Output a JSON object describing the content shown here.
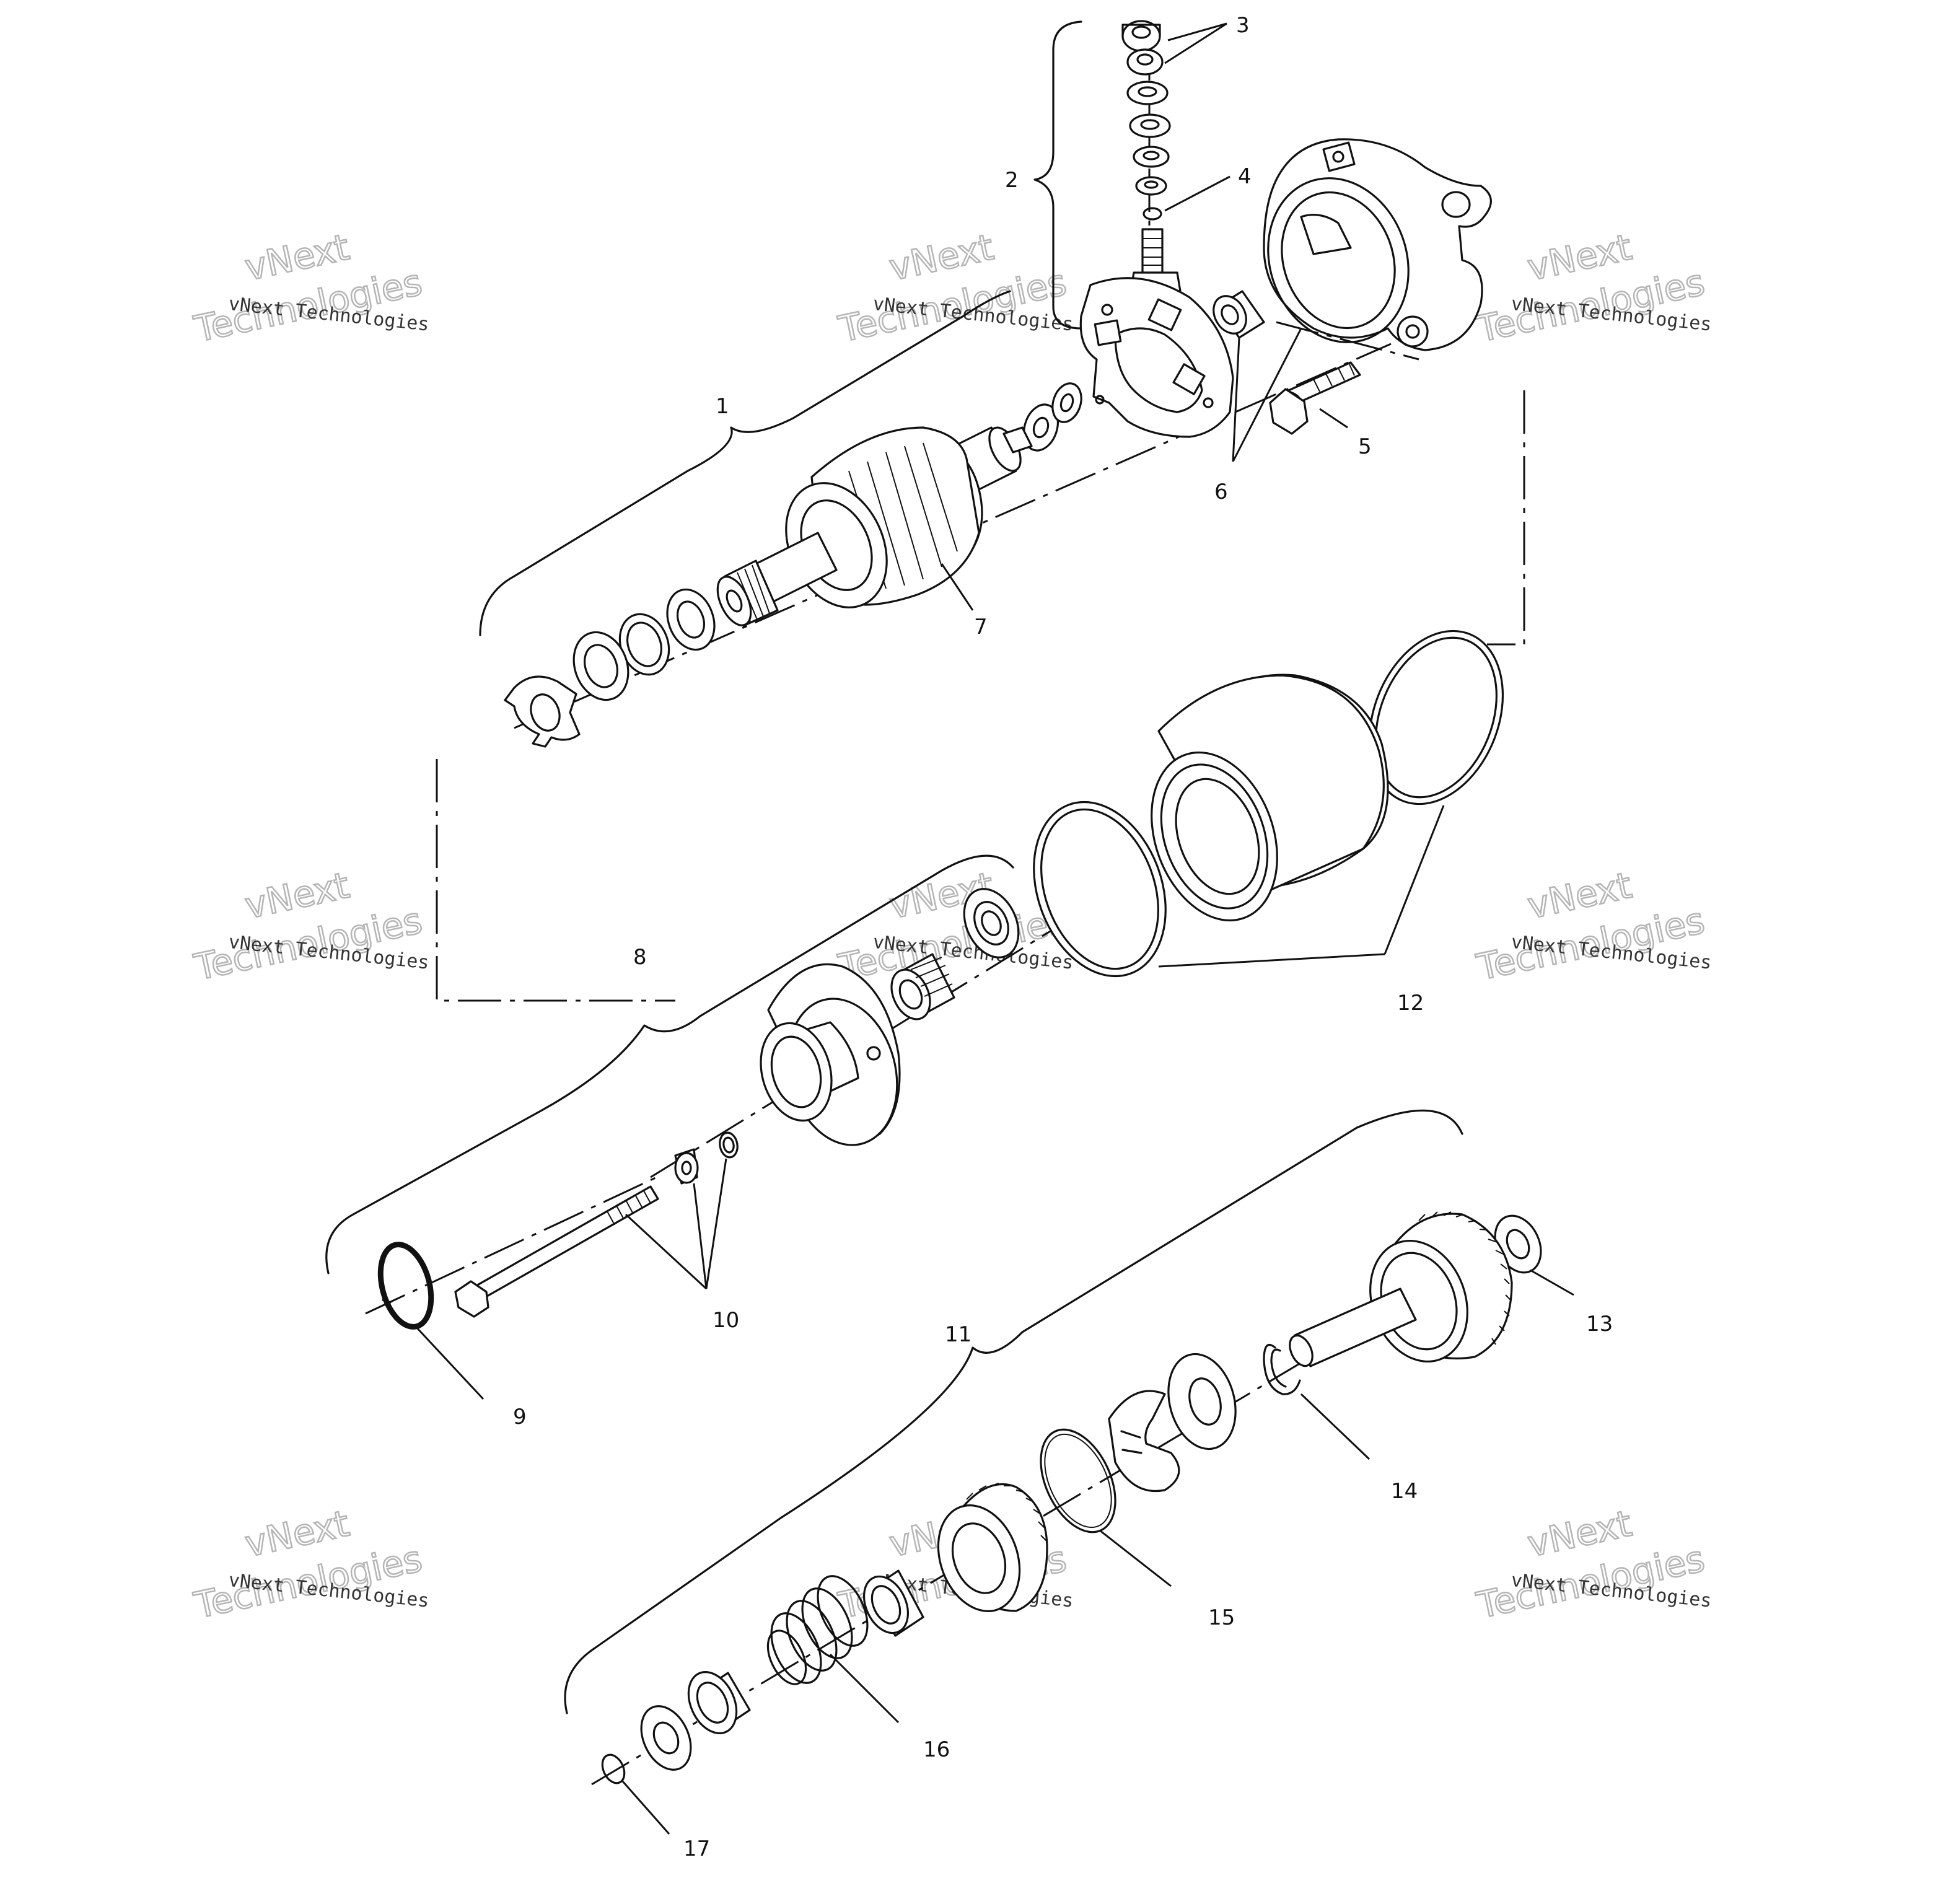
{
  "diagram": {
    "callouts": [
      {
        "id": "1",
        "label": "1"
      },
      {
        "id": "2",
        "label": "2"
      },
      {
        "id": "3",
        "label": "3"
      },
      {
        "id": "4",
        "label": "4"
      },
      {
        "id": "5",
        "label": "5"
      },
      {
        "id": "6",
        "label": "6"
      },
      {
        "id": "7",
        "label": "7"
      },
      {
        "id": "8",
        "label": "8"
      },
      {
        "id": "9",
        "label": "9"
      },
      {
        "id": "10",
        "label": "10"
      },
      {
        "id": "11",
        "label": "11"
      },
      {
        "id": "12",
        "label": "12"
      },
      {
        "id": "13",
        "label": "13"
      },
      {
        "id": "14",
        "label": "14"
      },
      {
        "id": "15",
        "label": "15"
      },
      {
        "id": "16",
        "label": "16"
      },
      {
        "id": "17",
        "label": "17"
      }
    ],
    "watermark": {
      "small_text": "vNext Technologies",
      "big_word_1": "vNext",
      "big_word_2": "Technologies"
    }
  }
}
